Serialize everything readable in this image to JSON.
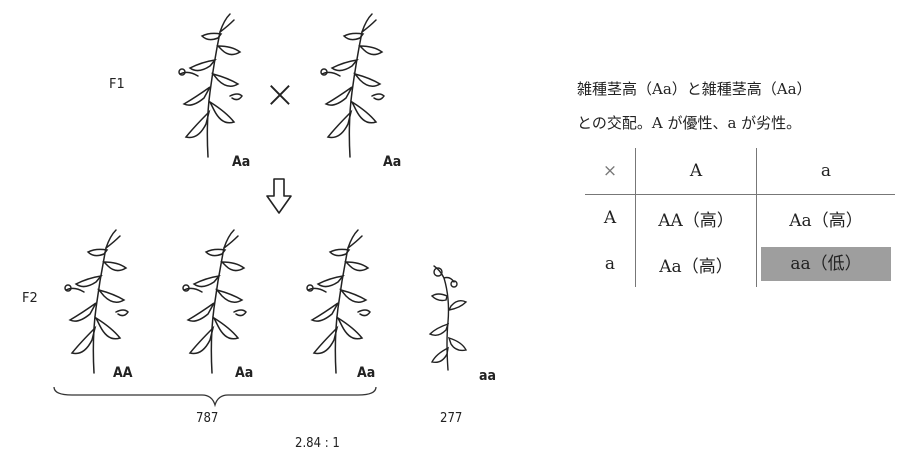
{
  "labels": {
    "f1": "F1",
    "f2": "F2",
    "cross": "×"
  },
  "f1_genotypes": [
    "Aa",
    "Aa"
  ],
  "f2_genotypes": [
    "AA",
    "Aa",
    "Aa",
    "aa"
  ],
  "counts": {
    "dominant": "787",
    "recessive": "277"
  },
  "ratio": "2.84 : 1",
  "description": {
    "line1": "雑種茎高（Aa）と雑種茎高（Aa）",
    "line2": "との交配。A が優性、a が劣性。"
  },
  "punnett": {
    "corner": "×",
    "col_headers": [
      "A",
      "a"
    ],
    "rows": [
      {
        "header": "A",
        "cells": [
          "AA（高）",
          "Aa（高）"
        ]
      },
      {
        "header": "a",
        "cells": [
          "Aa（高）",
          "aa（低）"
        ]
      }
    ]
  },
  "icons": [
    "plant-icon",
    "down-arrow-icon",
    "brace-icon"
  ]
}
